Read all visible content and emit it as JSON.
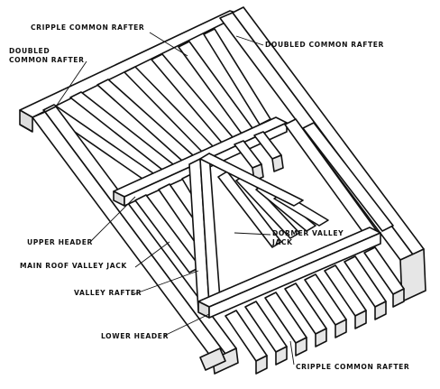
{
  "labels": {
    "cripple_common_rafter_top": "CRIPPLE COMMON RAFTER",
    "doubled_common_rafter_left_line1": "DOUBLED",
    "doubled_common_rafter_left_line2": "COMMON RAFTER",
    "doubled_common_rafter_right": "DOUBLED COMMON RAFTER",
    "upper_header": "UPPER HEADER",
    "main_roof_valley_jack": "MAIN ROOF VALLEY JACK",
    "valley_rafter": "VALLEY RAFTER",
    "dormer_valley_jack_line1": "DORMER VALLEY",
    "dormer_valley_jack_line2": "JACK",
    "lower_header": "LOWER HEADER",
    "cripple_common_rafter_bottom": "CRIPPLE COMMON RAFTER"
  }
}
